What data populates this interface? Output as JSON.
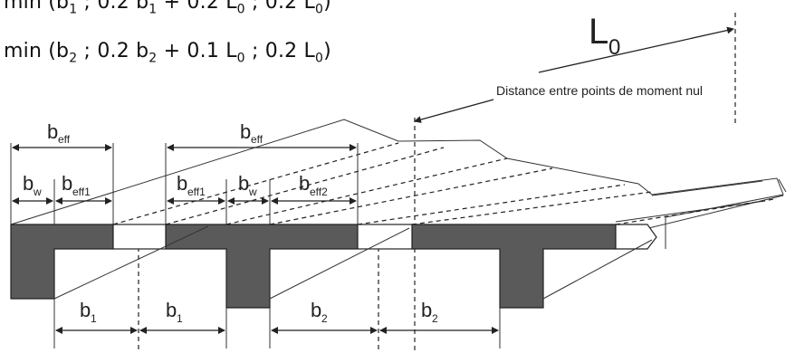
{
  "formulas": {
    "line1": {
      "p1": "min (b",
      "s1": "1",
      "p2": " ; 0.2 b",
      "s2": "1",
      "p3": " + 0.2 L",
      "s3": "0",
      "p4": " ; 0.2 L",
      "s4": "0",
      "p5": ")"
    },
    "line2": {
      "p1": "min (b",
      "s1": "2",
      "p2": " ; 0.2 b",
      "s2": "2",
      "p3": " + 0.1 L",
      "s3": "0",
      "p4": " ; 0.2 L",
      "s4": "0",
      "p5": ")"
    }
  },
  "labels": {
    "L0_main": "L",
    "L0_sub": "0",
    "distance": "Distance entre points de moment nul",
    "b_letter": "b",
    "sub_eff": "eff",
    "sub_w": "w",
    "sub_eff1": "eff1",
    "sub_eff2": "eff2",
    "sub_1": "1",
    "sub_2": "2"
  },
  "colors": {
    "section_fill": "#5a5a5a",
    "line": "#222222"
  }
}
